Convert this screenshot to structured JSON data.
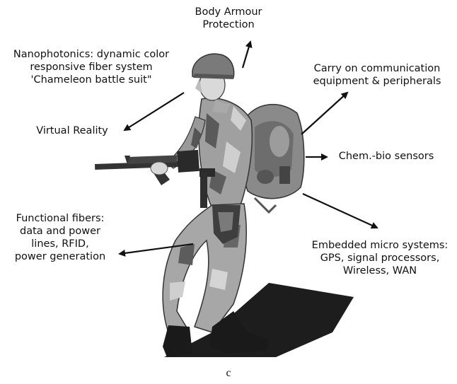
{
  "labels": {
    "body_armour": [
      "Body Armour",
      "Protection"
    ],
    "nanophotonics": [
      "Nanophotonics: dynamic color",
      "responsive fiber system",
      "'Chameleon battle suit\""
    ],
    "virtual_reality": [
      "Virtual Reality"
    ],
    "communication": [
      "Carry on communication",
      "equipment & peripherals"
    ],
    "chem_bio": [
      "Chem.-bio sensors"
    ],
    "functional_fibers": [
      "Functional fibers:",
      "data and power",
      "lines, RFID,",
      "power generation"
    ],
    "embedded": [
      "Embedded micro systems:",
      "GPS, signal processors,",
      "Wireless, WAN"
    ]
  },
  "caption": "c",
  "colors": {
    "text": "#111111",
    "arrow": "#111111",
    "camo_light": "#b9b9b9",
    "camo_mid": "#8a8a8a",
    "camo_dark": "#4a4a4a",
    "shadow": "#1a1a1a"
  }
}
